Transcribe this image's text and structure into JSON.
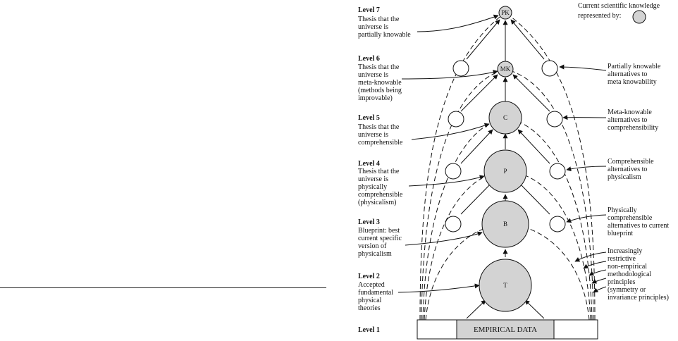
{
  "legend": {
    "text_lines": [
      "Current scientific knowledge",
      "represented by:"
    ],
    "circle_color": "#d3d3d3"
  },
  "levels": [
    {
      "title": "Level 7",
      "lines": [
        "Thesis that the",
        "universe is",
        "partially knowable"
      ]
    },
    {
      "title": "Level 6",
      "lines": [
        "Thesis that the",
        "universe is",
        "meta-knowable",
        "(methods being",
        "improvable)"
      ]
    },
    {
      "title": "Level 5",
      "lines": [
        "Thesis that the",
        "universe is",
        "comprehensible"
      ]
    },
    {
      "title": "Level 4",
      "lines": [
        "Thesis that the",
        "universe is",
        "physically",
        "comprehensible",
        "(physicalism)"
      ]
    },
    {
      "title": "Level 3",
      "lines": [
        "Blueprint: best",
        "current specific",
        "version of",
        "physicalism"
      ]
    },
    {
      "title": "Level 2",
      "lines": [
        "Accepted",
        "fundamental",
        "physical",
        "theories"
      ]
    },
    {
      "title": "Level 1",
      "lines": []
    }
  ],
  "nodes": {
    "pk": "PK",
    "mk": "MK",
    "c": "C",
    "p": "P",
    "b": "B",
    "t": "T"
  },
  "right_notes": [
    {
      "id": "pk-alternatives",
      "lines": [
        "Partially knowable",
        "alternatives to",
        "meta knowability"
      ]
    },
    {
      "id": "mk-alternatives",
      "lines": [
        "Meta-knowable",
        "alternatives to",
        "comprehensibility"
      ]
    },
    {
      "id": "c-alternatives",
      "lines": [
        "Comprehensible",
        "alternatives to",
        "physicalism"
      ]
    },
    {
      "id": "p-alternatives",
      "lines": [
        "Physically",
        "comprehensible",
        "alternatives to current",
        "blueprint"
      ]
    },
    {
      "id": "principles",
      "lines": [
        "Increasingly",
        "restrictive",
        "non-empirical",
        "methodological",
        "principles",
        "(symmetry or",
        "invariance principles)"
      ]
    }
  ],
  "empirical_data_label": "EMPIRICAL DATA",
  "colors": {
    "knowledge_fill": "#d3d3d3",
    "line": "#111111",
    "background": "#ffffff"
  }
}
